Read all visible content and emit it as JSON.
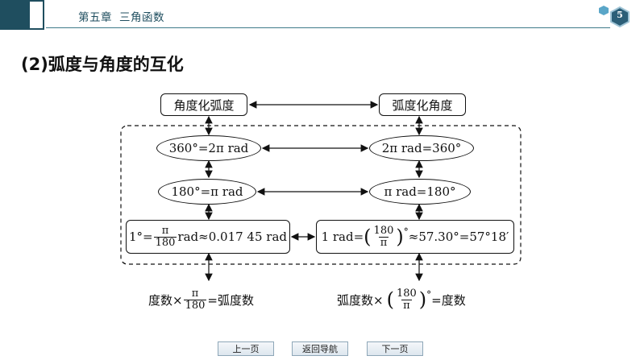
{
  "header": {
    "chapter": "第五章",
    "title": "三角函数",
    "page_number": "5"
  },
  "section_heading": "(2)弧度与角度的互化",
  "diagram": {
    "left_title": "角度化弧度",
    "right_title": "弧度化角度",
    "row1_left": "360°=2π rad",
    "row1_right": "2π rad=360°",
    "row2_left": "180°=π rad",
    "row2_right": "π rad=180°",
    "row3_left": {
      "prefix": "1°=",
      "frac_num": "π",
      "frac_den": "180",
      "suffix": "rad≈0.017 45 rad"
    },
    "row3_right": {
      "prefix": "1 rad=",
      "frac_num": "180",
      "frac_den": "π",
      "degree": "°",
      "suffix": "≈57.30°=57°18′"
    },
    "formula_left": {
      "prefix": "度数×",
      "frac_num": "π",
      "frac_den": "180",
      "suffix": "=弧度数"
    },
    "formula_right": {
      "prefix": "弧度数×",
      "frac_num": "180",
      "frac_den": "π",
      "degree": "°",
      "suffix": "=度数"
    }
  },
  "nav": {
    "prev": "上一页",
    "home": "返回导航",
    "next": "下一页"
  }
}
